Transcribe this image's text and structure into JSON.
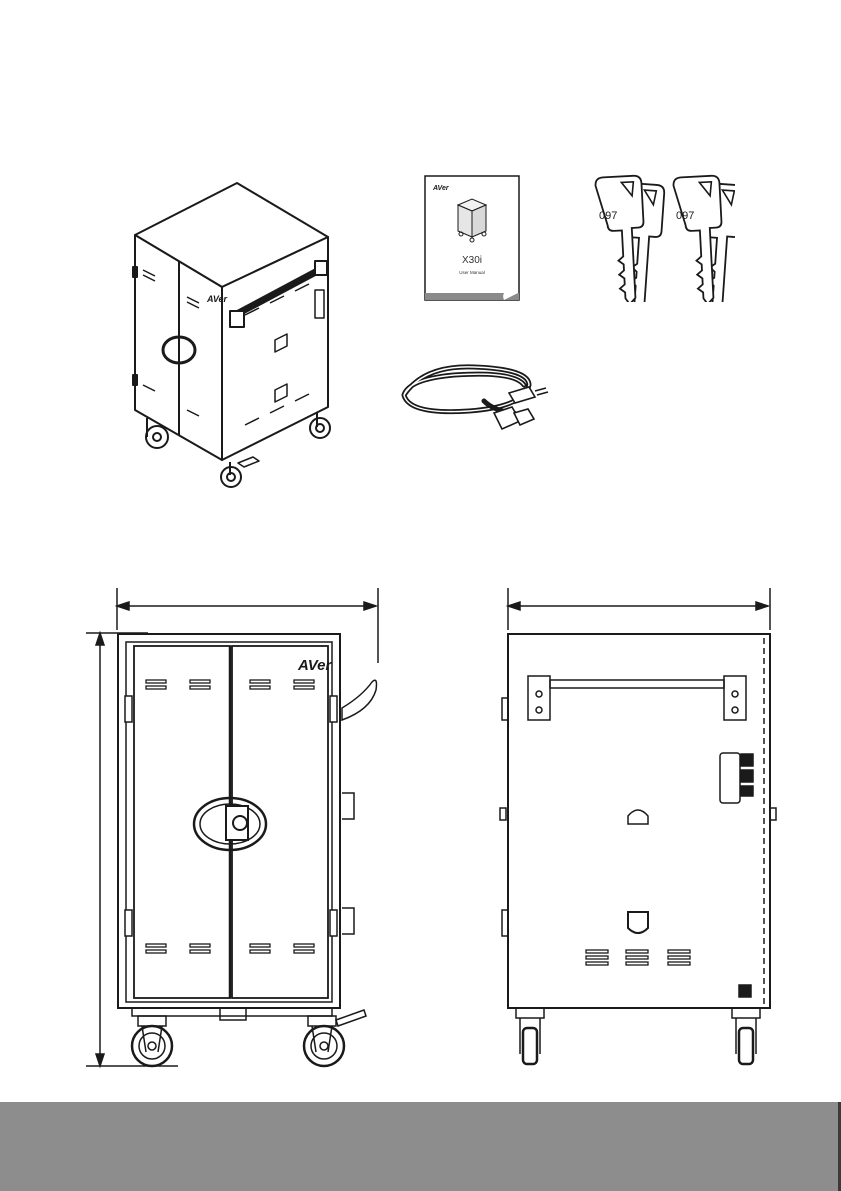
{
  "manual": {
    "brand": "AVer",
    "model": "X30i",
    "subtitle": "User Manual"
  },
  "keys": {
    "number_1": "097",
    "number_2": "097"
  },
  "cart": {
    "door_logo": "AVer"
  },
  "colors": {
    "line": "#1a1a1a",
    "footer": "#8d8d8d",
    "footer_edge": "#3a3a3a"
  }
}
